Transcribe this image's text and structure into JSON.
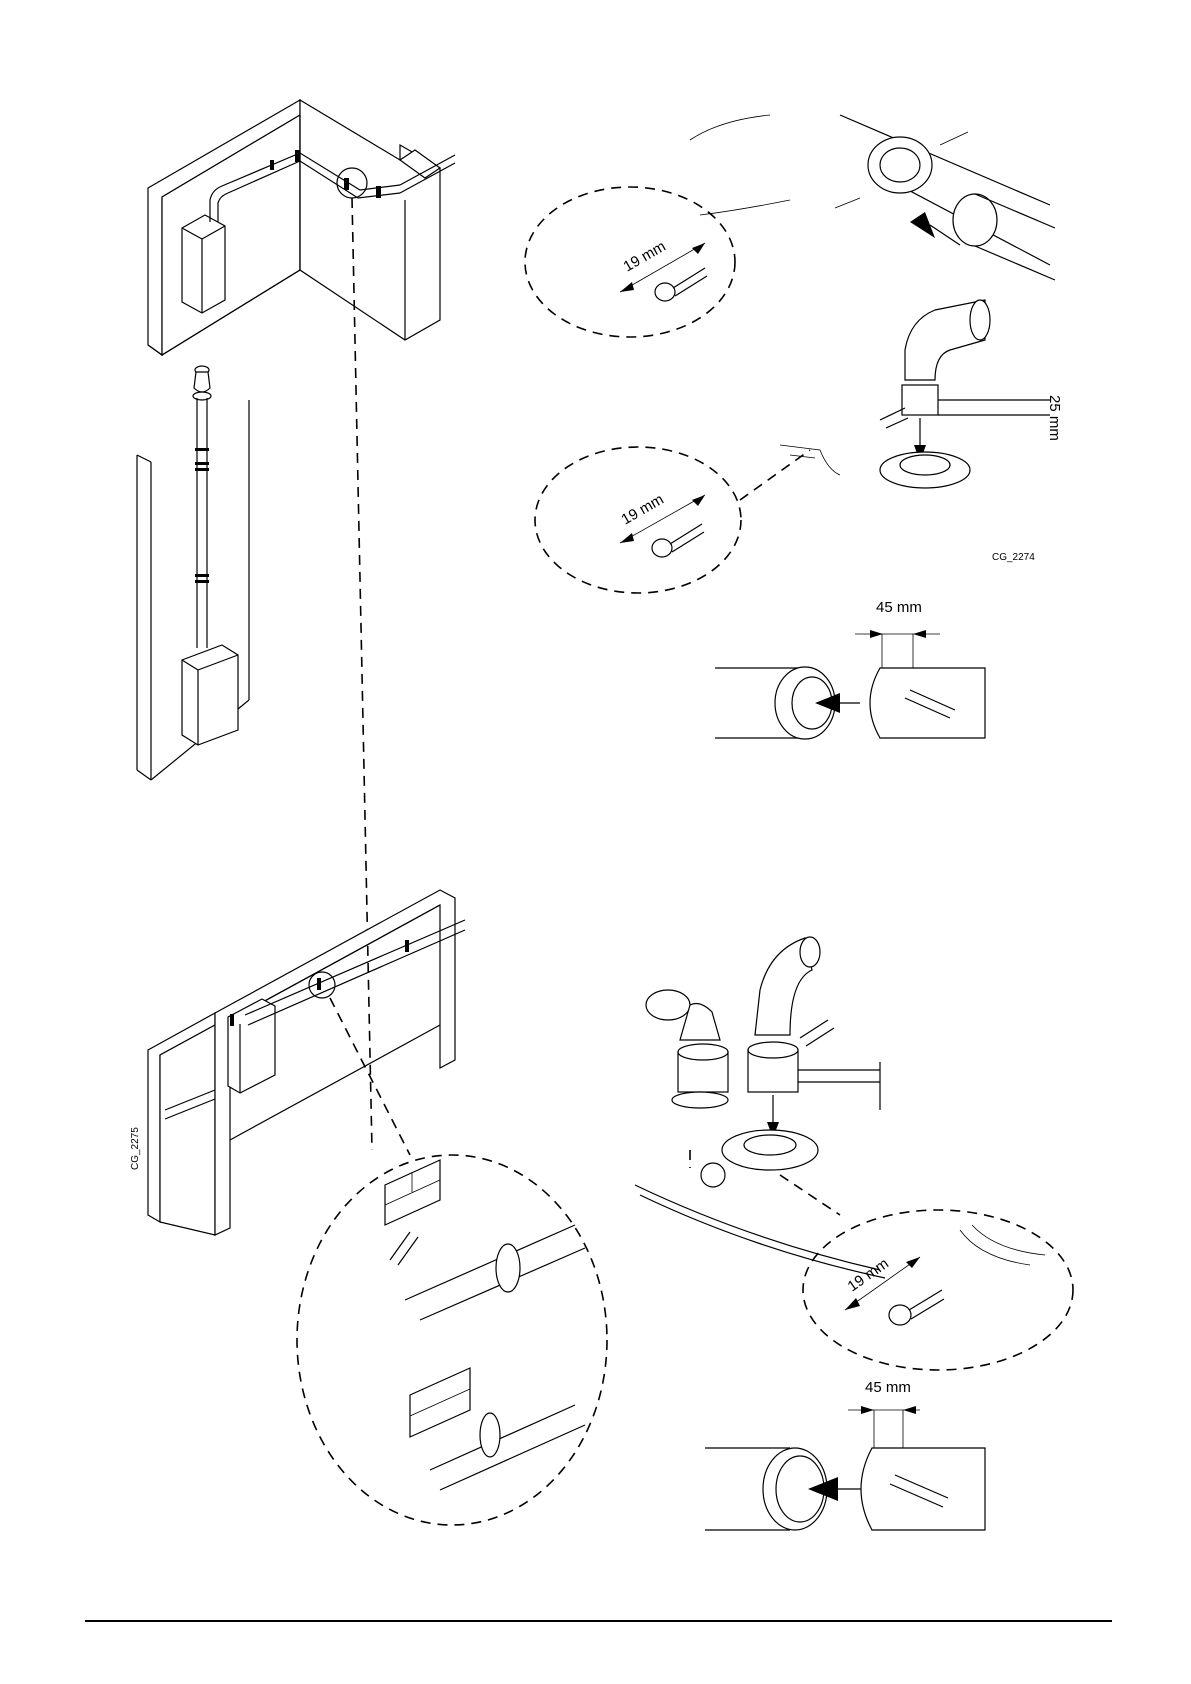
{
  "figures": {
    "figure_top_code": "CG_2274",
    "figure_left_code": "CG_2275"
  },
  "dimensions": {
    "screw_length_top_1": "19 mm",
    "screw_length_top_2": "19 mm",
    "screw_length_bottom": "19 mm",
    "elbow_insert_depth": "25 mm",
    "pipe_insert_top": "45 mm",
    "pipe_insert_bottom": "45 mm"
  },
  "colors": {
    "line": "#000000",
    "background": "#ffffff"
  }
}
